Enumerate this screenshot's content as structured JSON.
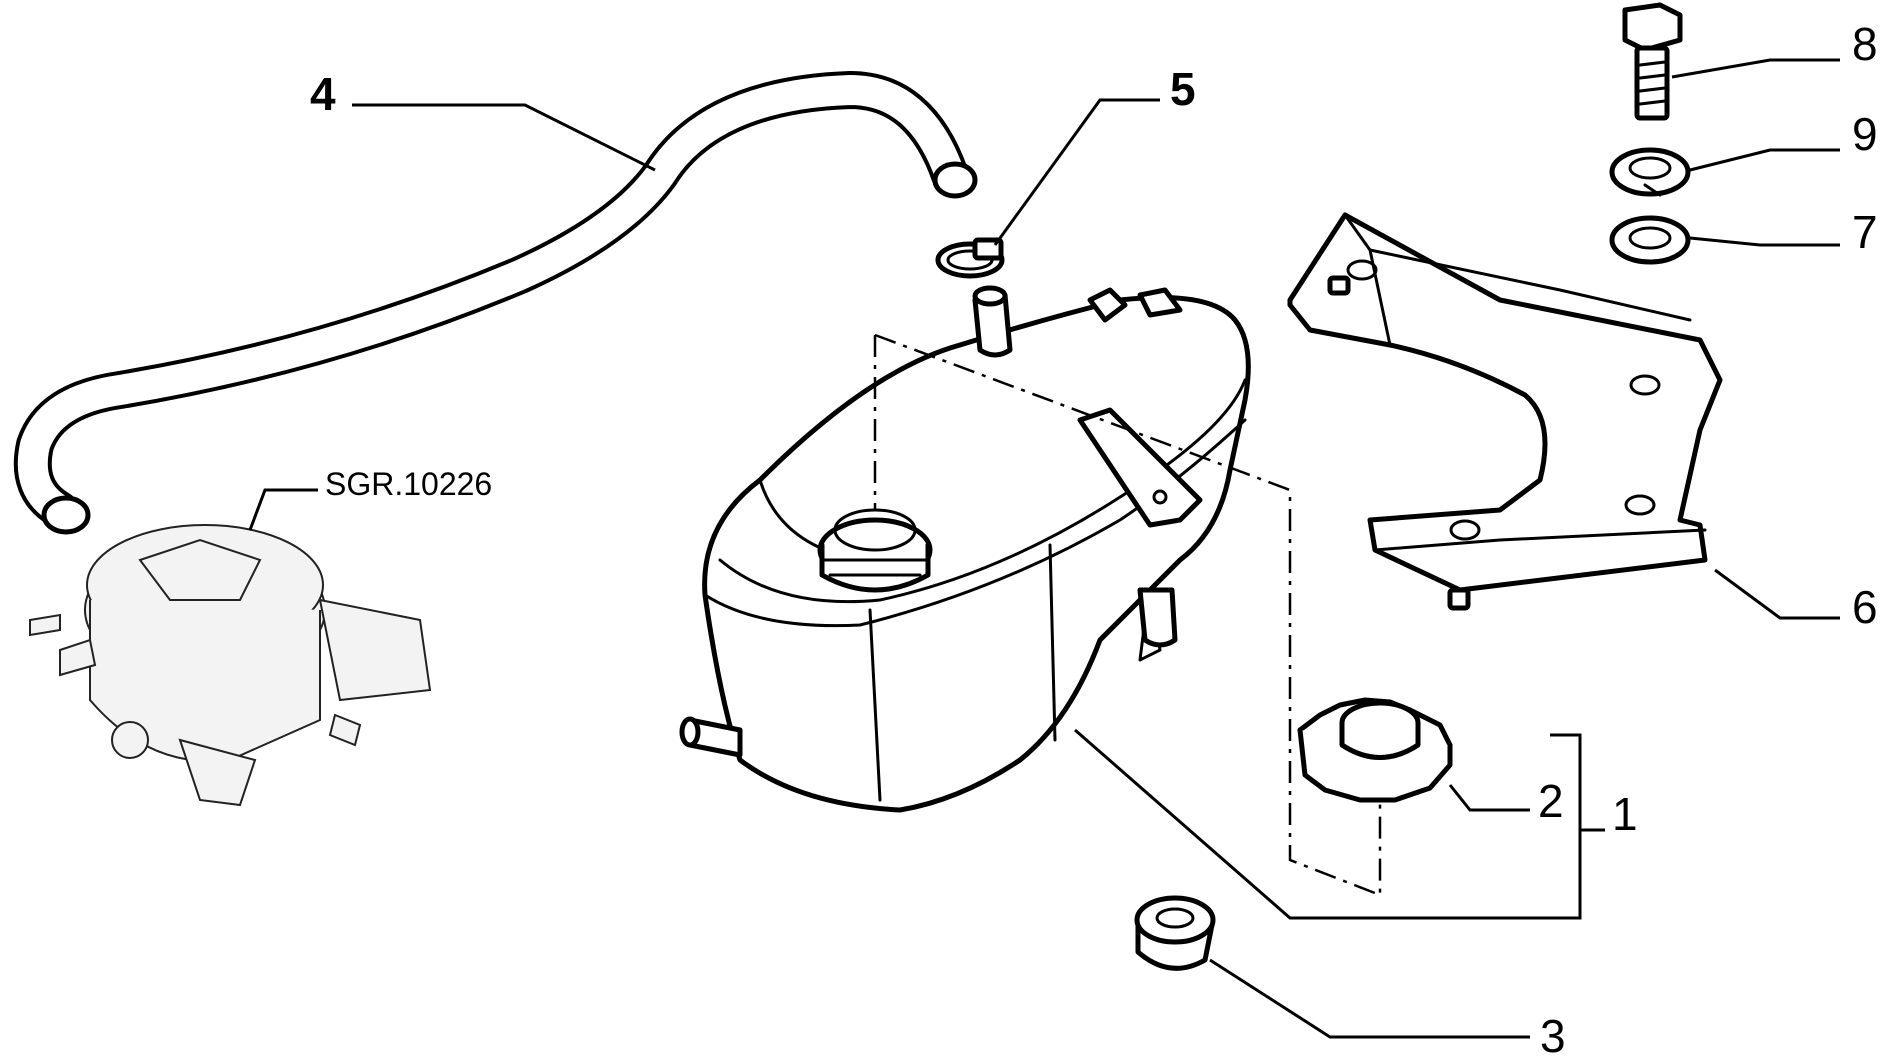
{
  "diagram": {
    "reference_code": "SGR.10226",
    "callouts": [
      "1",
      "2",
      "3",
      "4",
      "5",
      "6",
      "7",
      "8",
      "9"
    ]
  }
}
